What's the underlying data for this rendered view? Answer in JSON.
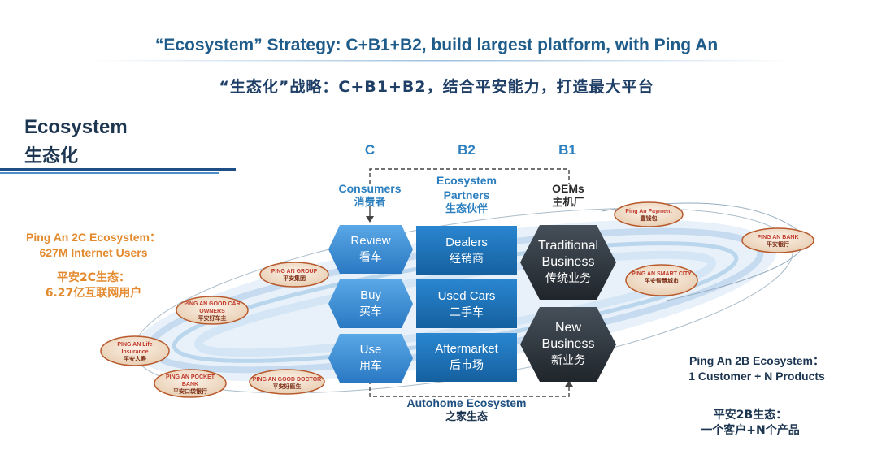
{
  "title_en": "“Ecosystem” Strategy: C+B1+B2, build largest platform, with Ping An",
  "title_cn": "“生态化”战略：C+B1+B2，结合平安能力，打造最大平台",
  "section": {
    "en": "Ecosystem",
    "cn": "生态化"
  },
  "columns": {
    "c": {
      "letter": "C",
      "en": "Consumers",
      "cn": "消费者"
    },
    "b2": {
      "letter": "B2",
      "en_line1": "Ecosystem",
      "en_line2": "Partners",
      "cn": "生态伙伴"
    },
    "b1": {
      "letter": "B1",
      "en": "OEMs",
      "cn": "主机厂"
    }
  },
  "hexes": [
    {
      "en": "Review",
      "cn": "看车"
    },
    {
      "en": "Buy",
      "cn": "买车"
    },
    {
      "en": "Use",
      "cn": "用车"
    }
  ],
  "boxes": [
    {
      "en": "Dealers",
      "cn": "经销商"
    },
    {
      "en": "Used Cars",
      "cn": "二手车"
    },
    {
      "en": "Aftermarket",
      "cn": "后市场"
    }
  ],
  "dark_hexes": [
    {
      "en_line1": "Traditional",
      "en_line2": "Business",
      "cn": "传统业务"
    },
    {
      "en_line1": "New",
      "en_line2": "Business",
      "cn": "新业务"
    }
  ],
  "bottom": {
    "en": "Autohome Ecosystem",
    "cn": "之家生态"
  },
  "left_eco": {
    "en_line1": "Ping An 2C Ecosystem：",
    "en_line2": "627M Internet Users",
    "cn_line1": "平安2C生态：",
    "cn_line2": "6.27亿互联网用户"
  },
  "right_eco": {
    "en_line1": "Ping An 2B Ecosystem：",
    "en_line2": "1 Customer + N Products",
    "cn_line1": "平安2B生态：",
    "cn_line2": "一个客户+N个产品"
  },
  "ellipses": [
    {
      "en": "PING AN GROUP",
      "cn": "平安集团"
    },
    {
      "en": "PING AN GOOD CAR OWNERS",
      "cn": "平安好车主"
    },
    {
      "en": "PING AN Life Insurance",
      "cn": "平安人寿"
    },
    {
      "en": "PING AN POCKET BANK",
      "cn": "平安口袋银行"
    },
    {
      "en": "PING AN GOOD DOCTOR",
      "cn": "平安好医生"
    },
    {
      "en": "Ping An Payment",
      "cn": "壹钱包"
    },
    {
      "en": "PING AN SMART CITY",
      "cn": "平安智慧城市"
    },
    {
      "en": "PING AN BANK",
      "cn": "平安银行"
    }
  ],
  "colors": {
    "title": "#1f5c8a",
    "accent": "#2b7fbf",
    "orange": "#e48a2e",
    "navy": "#1c3550",
    "hex_blue": "#2e86d1",
    "box_blue": "#1a6fb8",
    "dark_hex": "#2b3138",
    "ellipse_fill": "#f3e4d4"
  }
}
